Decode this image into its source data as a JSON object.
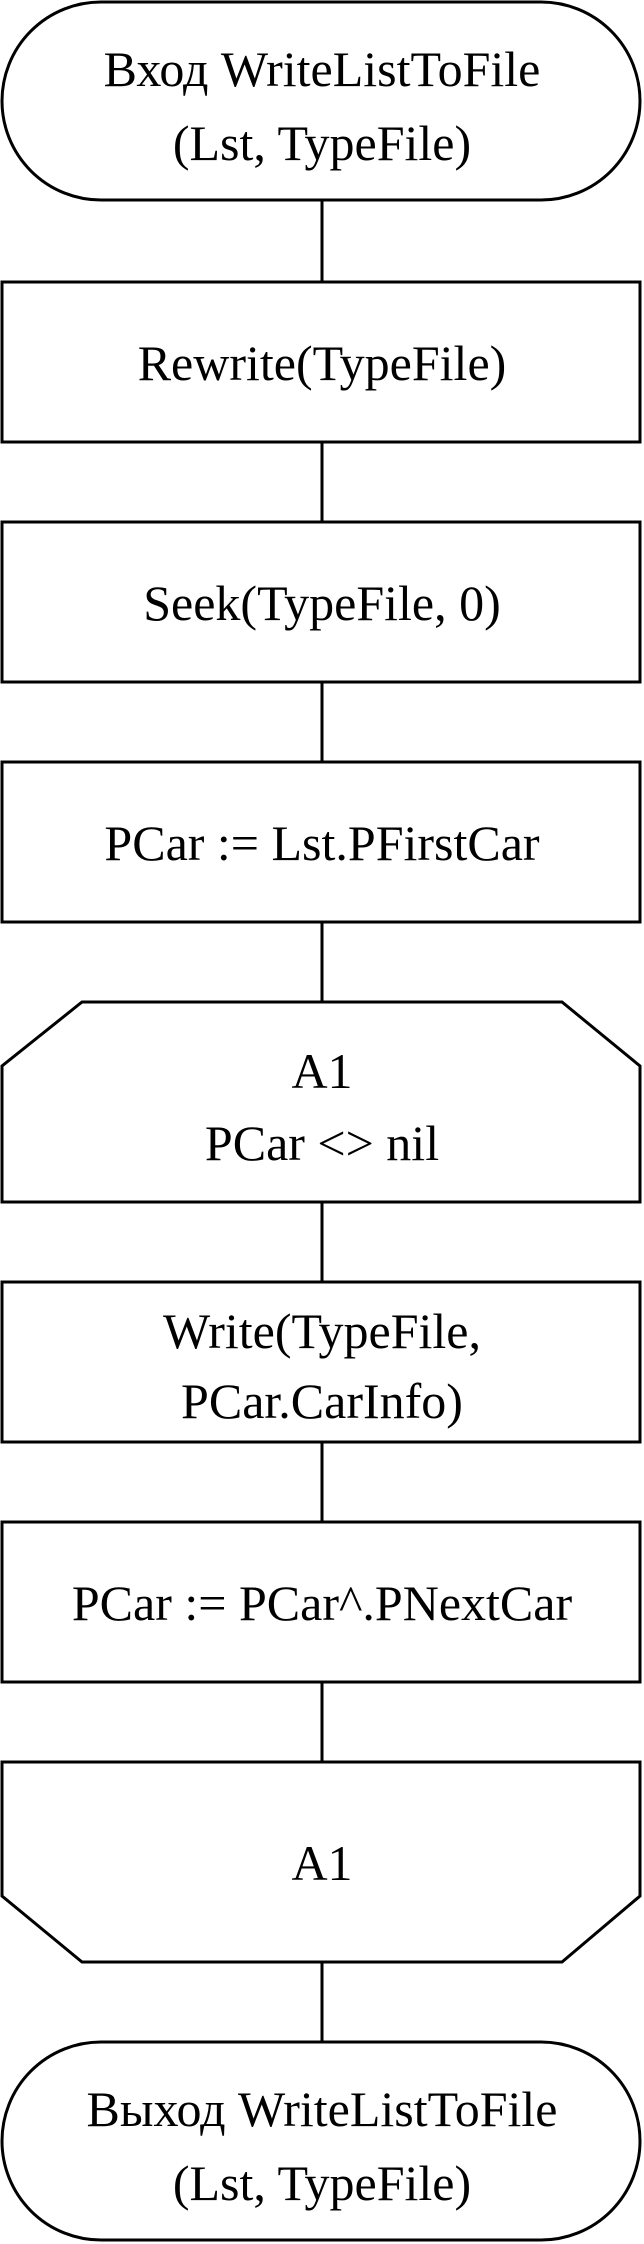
{
  "flowchart": {
    "start": {
      "line1": "Вход WriteListToFile",
      "line2": "(Lst, TypeFile)"
    },
    "rewrite": "Rewrite(TypeFile)",
    "seek": "Seek(TypeFile, 0)",
    "init": "PCar := Lst.PFirstCar",
    "loop_begin": {
      "line1": "A1",
      "line2": "PCar <> nil"
    },
    "write": {
      "line1": "Write(TypeFile,",
      "line2": "PCar.CarInfo)"
    },
    "advance": "PCar := PCar^.PNextCar",
    "loop_end": "A1",
    "end": {
      "line1": "Выход WriteListToFile",
      "line2": "(Lst, TypeFile)"
    }
  }
}
